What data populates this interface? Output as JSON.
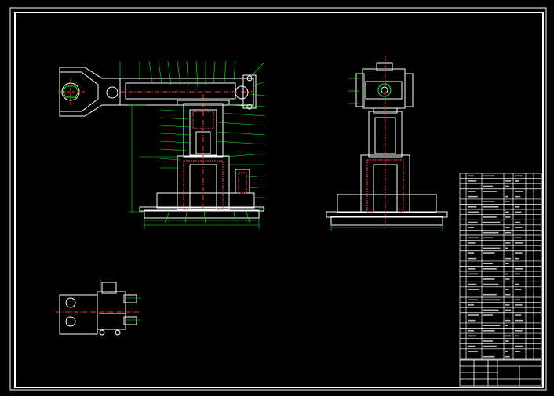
{
  "colors": {
    "background": "#000000",
    "outline": "#ffffff",
    "dimension": "#00ff00",
    "center": "#ff3333",
    "hatch": "#ff4444"
  },
  "drawing": {
    "views": [
      "front-view",
      "side-view",
      "top-view"
    ],
    "parts_list_rows": 36
  }
}
